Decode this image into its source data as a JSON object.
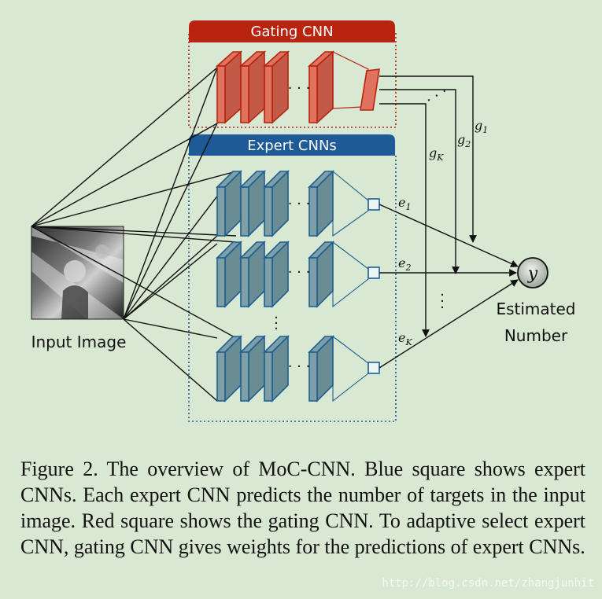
{
  "gating": {
    "title": "Gating CNN"
  },
  "experts": {
    "title": "Expert CNNs"
  },
  "input_label": "Input Image",
  "output": {
    "symbol": "y",
    "label_line1": "Estimated",
    "label_line2": "Number"
  },
  "weights": {
    "g1": "g",
    "g1_sub": "1",
    "g2": "g",
    "g2_sub": "2",
    "gK": "g",
    "gK_sub": "K"
  },
  "expert_outputs": {
    "e1": "e",
    "e1_sub": "1",
    "e2": "e",
    "e2_sub": "2",
    "eK": "e",
    "eK_sub": "K"
  },
  "caption": "Figure 2. The overview of MoC-CNN. Blue square shows expert CNNs.  Each expert CNN predicts the number of targets in the input image. Red square shows the gating CNN. To adaptive select expert CNN, gating CNN gives weights for the predictions of expert CNNs.",
  "watermark": "http://blog.csdn.net/zhangjunhit",
  "colors": {
    "background": "#d9e8d2",
    "gating_header": "#b8240f",
    "gating_layer": "#e0735f",
    "expert_header": "#1e5a95",
    "expert_layer": "#7f9fa6",
    "expert_edge": "#1d5f93"
  }
}
